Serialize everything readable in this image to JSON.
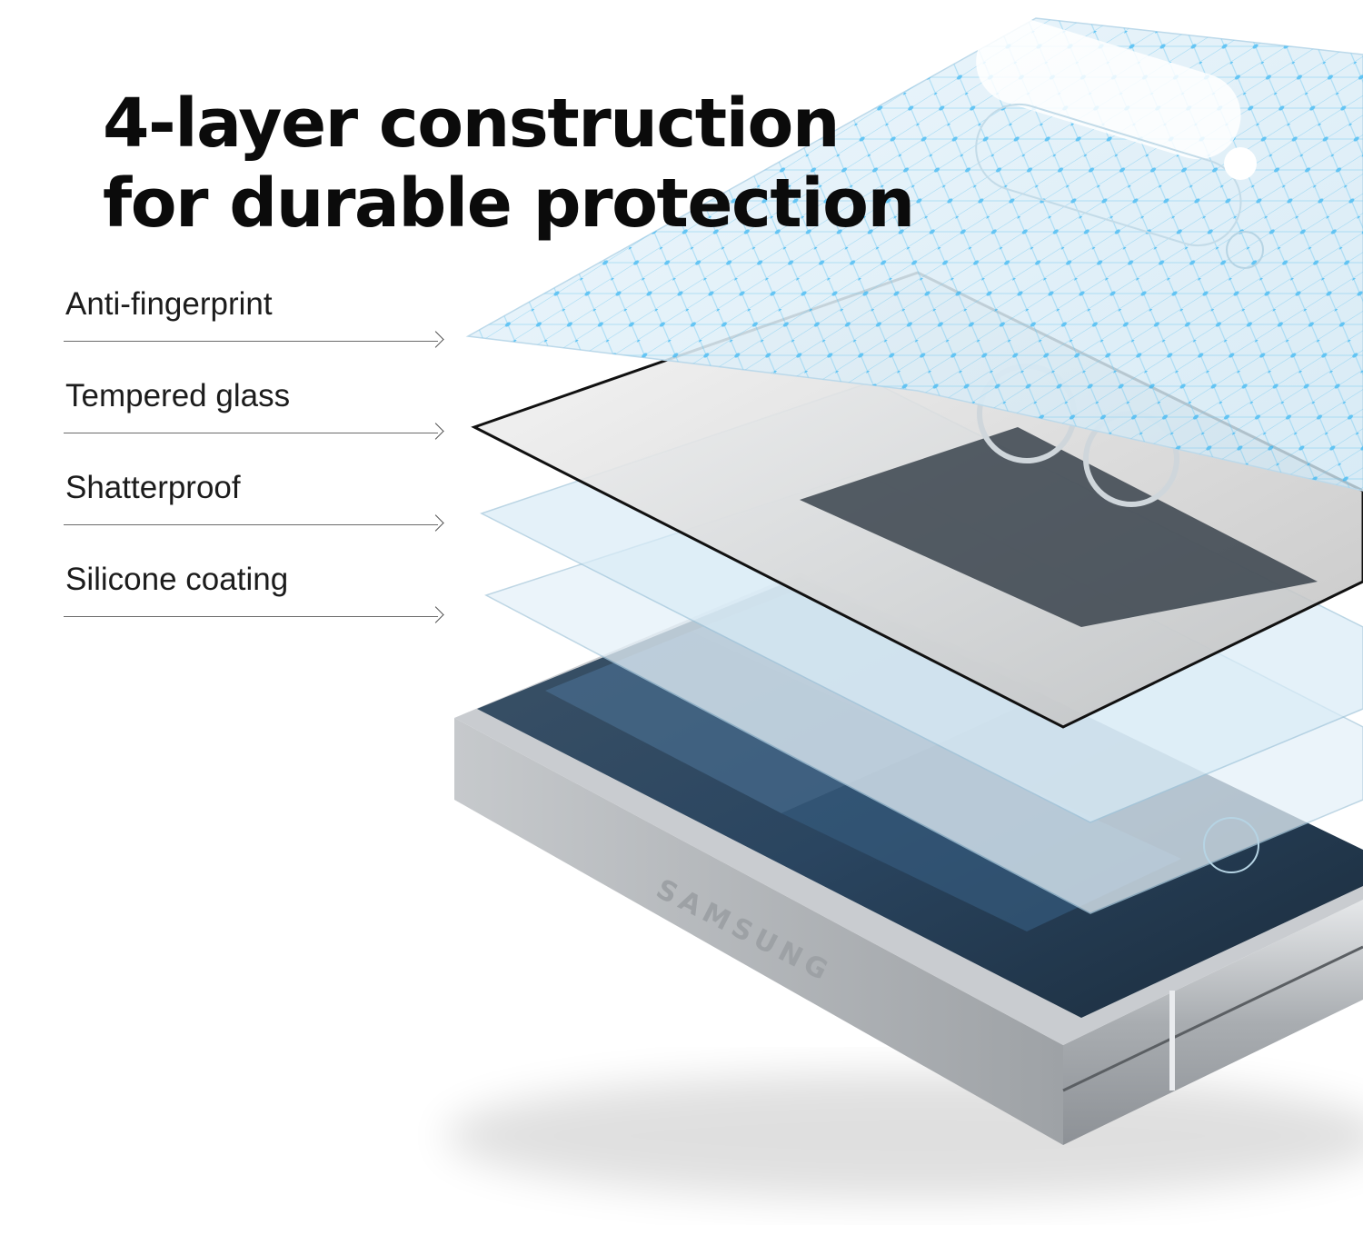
{
  "headline": {
    "line1": "4-layer construction",
    "line2": "for durable protection"
  },
  "layers": [
    {
      "label": "Anti-fingerprint"
    },
    {
      "label": "Tempered glass"
    },
    {
      "label": "Shatterproof"
    },
    {
      "label": "Silicone coating"
    }
  ],
  "device": {
    "brand_engraving": "SAMSUNG"
  },
  "colors": {
    "headline": "#0b0b0b",
    "label_text": "#1c1c1c",
    "glass_tint": "#dcedf7",
    "grid_dots": "#39b6f2",
    "screen_blue": "#2f5a7e",
    "frame_silver": "#b8bcc0"
  }
}
